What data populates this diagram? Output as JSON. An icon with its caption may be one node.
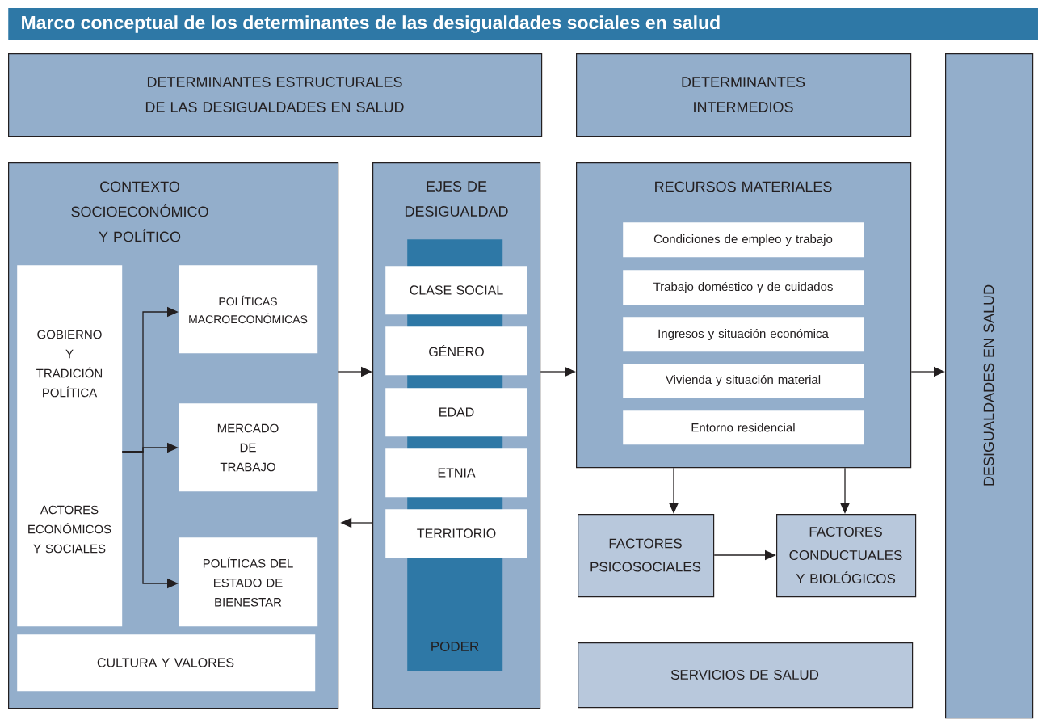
{
  "diagram": {
    "title": "Marco conceptual de los determinantes de las desigualdades sociales en salud",
    "nodes": [
      {
        "text": [
          "DETERMINANTES ESTRUCTURALES DE LAS DESIGUALDADES EN SALUD"
        ]
      },
      {
        "text": [
          "DETERMINANTES INTERMEDIOS"
        ]
      },
      {
        "text": [
          "DESIGUALDADES EN SALUD"
        ]
      },
      {
        "text": [
          "CONTEXTO SOCIOECONÓMICO Y POLÍTICO"
        ]
      },
      {
        "text": [
          "GOBIERNO Y TRADICIÓN POLÍTICA",
          "ACTORES ECONÓMICOS Y SOCIALES"
        ],
        "in": 3
      },
      {
        "text": [
          "POLÍTICAS MACROECONÓMICAS"
        ],
        "in": 3
      },
      {
        "text": [
          "MERCADO DE TRABAJO"
        ],
        "in": 3
      },
      {
        "text": [
          "POLÍTICAS DEL ESTADO DE BIENESTAR"
        ],
        "in": 3
      },
      {
        "text": [
          "CULTURA Y VALORES"
        ],
        "in": 3
      },
      {
        "text": [
          "EJES DE DESIGUALDAD"
        ]
      },
      {
        "text": [
          "PODER"
        ],
        "in": 9
      },
      {
        "text": [
          "CLASE SOCIAL"
        ],
        "in": 9
      },
      {
        "text": [
          "GÉNERO"
        ],
        "in": 9
      },
      {
        "text": [
          "EDAD"
        ],
        "in": 9
      },
      {
        "text": [
          "ETNIA"
        ],
        "in": 9
      },
      {
        "text": [
          "TERRITORIO"
        ],
        "in": 9
      },
      {
        "text": [
          "RECURSOS MATERIALES"
        ]
      },
      {
        "text": [
          "Condiciones de empleo y trabajo"
        ],
        "in": 16
      },
      {
        "text": [
          "Trabajo doméstico y de cuidados"
        ],
        "in": 16
      },
      {
        "text": [
          "Ingresos y situación económica"
        ],
        "in": 16
      },
      {
        "text": [
          "Vivienda y situación material"
        ],
        "in": 16
      },
      {
        "text": [
          "Entorno residencial"
        ],
        "in": 16
      },
      {
        "text": [
          "FACTORES PSICOSOCIALES"
        ]
      },
      {
        "text": [
          "FACTORES CONDUCTUALES Y BIOLÓGICOS"
        ]
      },
      {
        "text": [
          "SERVICIOS DE SALUD"
        ]
      }
    ],
    "edges": [
      {
        "from": 4,
        "to": 5,
        "arrow": "to"
      },
      {
        "from": 4,
        "to": 6,
        "arrow": "to"
      },
      {
        "from": 4,
        "to": 7,
        "arrow": "to"
      },
      {
        "from": 3,
        "to": 9,
        "arrow": "to"
      },
      {
        "from": 9,
        "to": 3,
        "arrow": "to"
      },
      {
        "from": 9,
        "to": 16,
        "arrow": "to"
      },
      {
        "from": 16,
        "to": 2,
        "arrow": "to"
      },
      {
        "from": 16,
        "to": 22,
        "arrow": "to"
      },
      {
        "from": 16,
        "to": 23,
        "arrow": "to"
      },
      {
        "from": 22,
        "to": 23,
        "arrow": "to"
      }
    ]
  }
}
